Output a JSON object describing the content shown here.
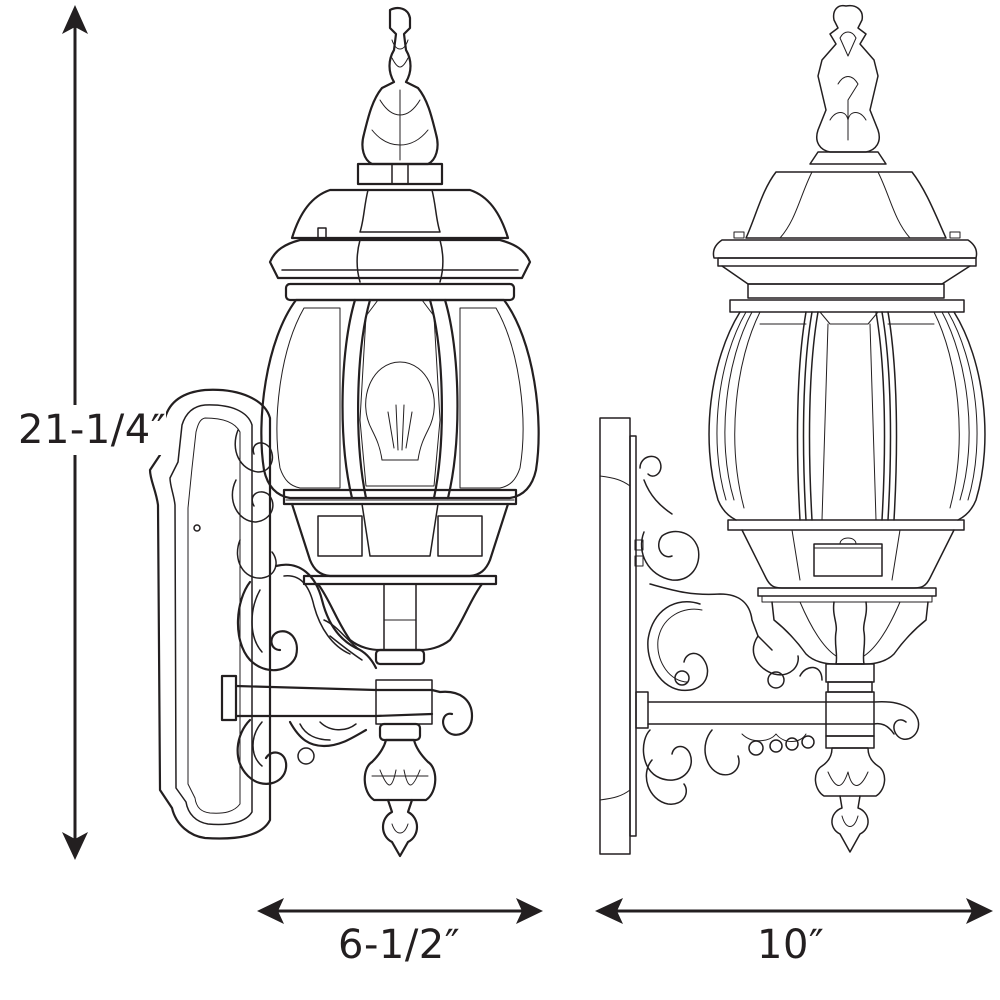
{
  "figure": {
    "type": "product-dimension-drawing",
    "subject": "outdoor wall lantern",
    "views": [
      {
        "name": "front-view",
        "description": "lantern front elevation with backplate and scroll arm"
      },
      {
        "name": "side-view",
        "description": "lantern side elevation showing projection from wall"
      }
    ]
  },
  "dimensions": {
    "height": {
      "label": "21-1/4″",
      "orientation": "vertical"
    },
    "backplate_width": {
      "label": "6-1/2″",
      "orientation": "horizontal"
    },
    "extension": {
      "label": "10″",
      "orientation": "horizontal"
    }
  },
  "colors": {
    "ink": "#231f20",
    "background": "#ffffff"
  }
}
